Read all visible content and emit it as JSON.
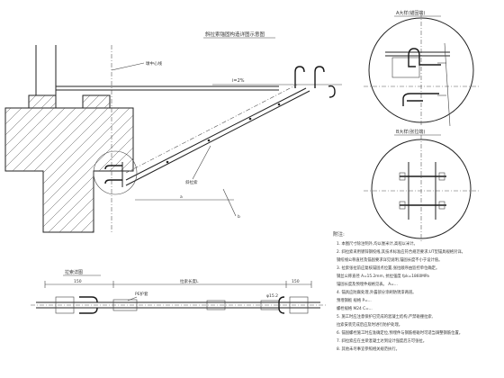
{
  "main_title": "斜拉索锚固构造详图示意图",
  "labels": {
    "center_line": "墩中心线",
    "slope": "i=2%",
    "dim_a": "a",
    "dim_b": "b",
    "cable_mark": "斜拉索"
  },
  "detail_a_title": "A大样(锚固端)",
  "detail_b_title": "B大样(张拉端)",
  "bottom_detail_title": "拉索详图",
  "bottom_labels": {
    "left_dim": "150",
    "mid_dim": "拉索长度L",
    "right_dim": "150",
    "sleeve": "PE护套",
    "sleeve2": "φ15.2"
  },
  "notes_title": "附注:",
  "notes": [
    "1. 本图尺寸除注明外,均以厘米计,高程以米计。",
    "2. 斜拉索采用镀锌钢绞线,其技术标准应符合规范要求;UT型锚具规格另详。",
    "   钢绞线公称直径及锚固要求详见说明,锚固长度不小于设计值。",
    "3. 拉索张拉前应复核锚固点位置,张拉顺序由监控单位确定。",
    "   钢丝公称直径 A=15.2mm, 抗拉强度 fpk=1860MPa",
    "   锚固长度及预埋件规格见表。 A=...",
    "4. 锚具应防腐处理,外露部分涂刷防锈漆两道。",
    "   预埋钢板  规格  P=...",
    "   螺栓规格  M24  C=...",
    "5. 施工时应注意保护已完成的混凝土结构,严禁碰撞拉索,",
    "   拉索安装完成后应及时进行防护处理。",
    "6. 锚固螺栓施工时应准确定位,预埋件与钢筋相碰时可适当调整钢筋位置。",
    "7. 斜拉索应在主梁混凝土达到设计强度后方可张拉。",
    "8. 其他未尽事宜参照相关规范执行。"
  ]
}
